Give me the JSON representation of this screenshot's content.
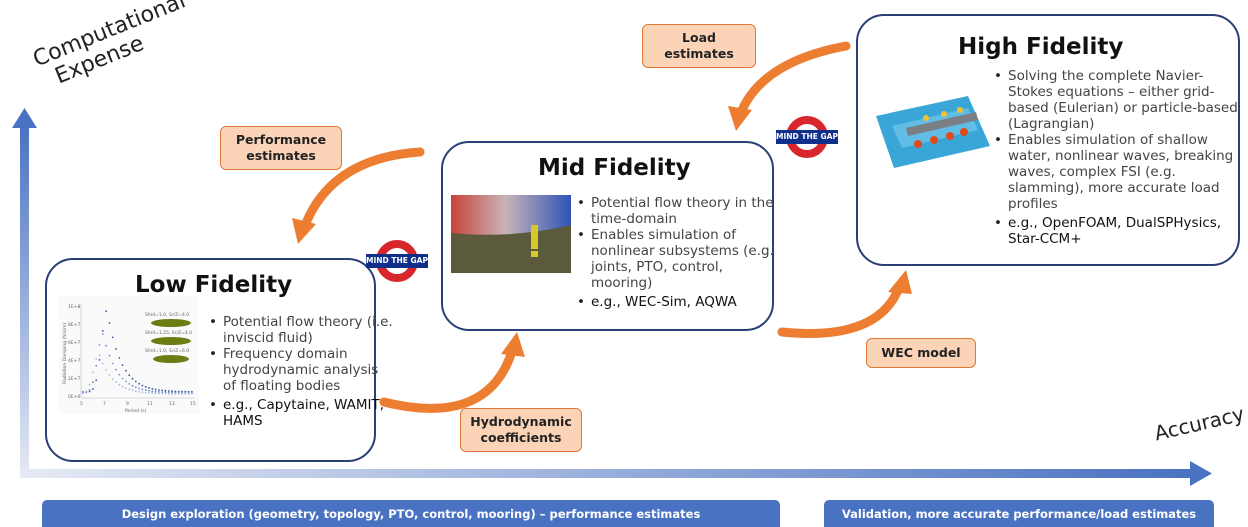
{
  "axes": {
    "y_label_line1": "Computational",
    "y_label_line2": "Expense",
    "x_label": "Accuracy"
  },
  "boxes": {
    "low": {
      "title": "Low Fidelity",
      "bullets": [
        "Potential flow theory (i.e. inviscid fluid)",
        "Frequency domain hydrodynamic analysis of floating bodies",
        "e.g., Capytaine, WAMIT, HAMS"
      ]
    },
    "mid": {
      "title": "Mid Fidelity",
      "bullets": [
        "Potential flow theory in the time-domain",
        "Enables simulation of nonlinear subsystems (e.g. joints, PTO, control, mooring)",
        "e.g., WEC-Sim, AQWA"
      ]
    },
    "high": {
      "title": "High Fidelity",
      "bullets": [
        "Solving the complete Navier-Stokes equations – either grid-based (Eulerian) or particle-based (Lagrangian)",
        "Enables simulation of shallow water, nonlinear waves, breaking waves, complex FSI (e.g. slamming), more accurate load profiles",
        "e.g., OpenFOAM, DualSPHysics, Star-CCM+"
      ]
    }
  },
  "tags": {
    "performance": "Performance estimates",
    "load": "Load estimates",
    "wec_model": "WEC model",
    "hydrodynamic": "Hydrodynamic coefficients"
  },
  "mind_the_gap": "MIND THE GAP",
  "footer": {
    "left": "Design exploration (geometry, topology, PTO, control, mooring) – performance estimates",
    "right": "Validation, more accurate performance/load estimates"
  },
  "low_plot": {
    "ylabel": "Radiation Damping (N/s/m)",
    "xlabel": "Period (s)",
    "xticks": [
      "5",
      "7",
      "9",
      "11",
      "13",
      "15"
    ],
    "yticks": [
      "1E+8",
      "8E+7",
      "6E+7",
      "4E+7",
      "2E+7",
      "0E+0"
    ],
    "legend": [
      "Sh/d=1.0, Sr/Z=4.0",
      "Sh/d=1.25, Sr/Z=4.0",
      "Sh/d=1.0, Sr/Z=6.0"
    ]
  },
  "colors": {
    "box_border": "#2b3f77",
    "arrow_orange": "#ed7d31",
    "tag_fill": "#fbd3b7",
    "axis_blue": "#4a72c2",
    "footer_blue": "#4a72c2",
    "gap_red": "#d7262c",
    "gap_bar": "#0f2f8a"
  },
  "icons": [
    "y-axis-arrow",
    "x-axis-arrow",
    "curved-flow-arrow",
    "mind-the-gap-roundel"
  ]
}
